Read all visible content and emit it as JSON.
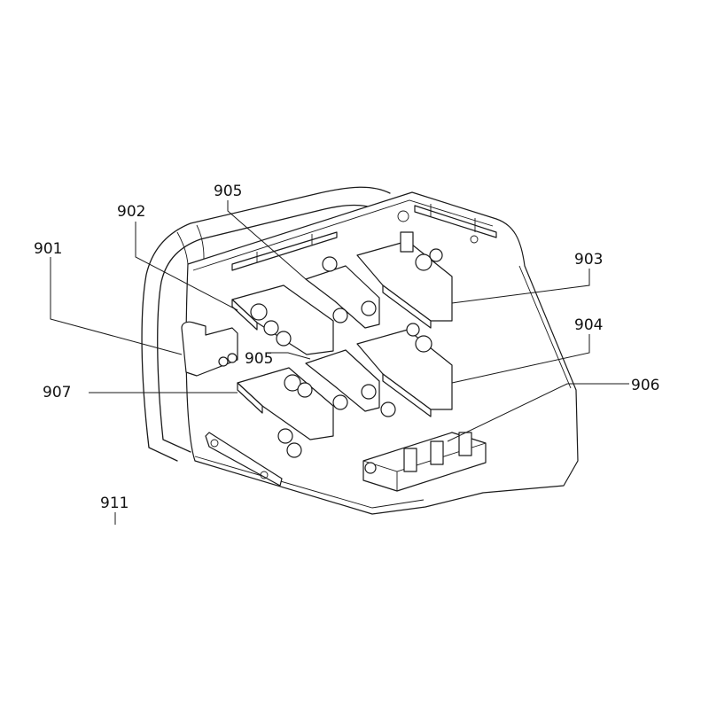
{
  "callouts": {
    "c901": "901",
    "c902": "902",
    "c903": "903",
    "c904": "904",
    "c905_top": "905",
    "c905_mid": "905",
    "c906": "906",
    "c907": "907",
    "c911": "911"
  },
  "colors": {
    "line": "#1a1a1a",
    "background": "#ffffff"
  }
}
